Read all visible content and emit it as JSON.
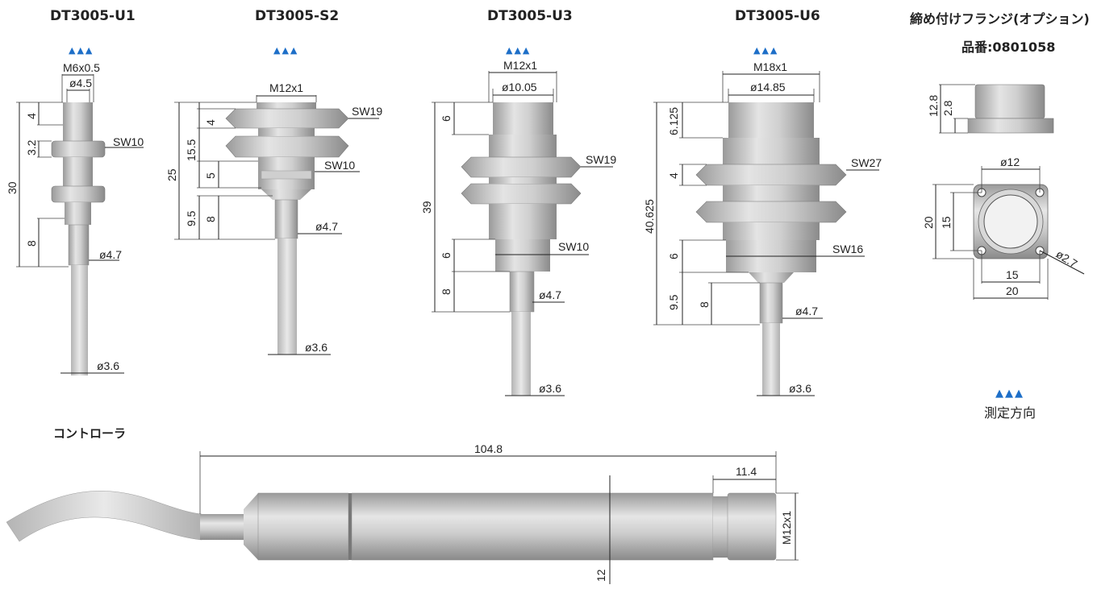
{
  "sensors": [
    {
      "model": "DT3005-U1",
      "thread": "M6x0.5",
      "inner_diameter": "ø4.5",
      "wrench": "SW10",
      "dim_top": "4",
      "dim_nut": "3.2",
      "dim_total": "30",
      "dim_bottom": "8",
      "shaft_diameter": "ø4.7",
      "cable_diameter": "ø3.6"
    },
    {
      "model": "DT3005-S2",
      "thread": "M12x1",
      "wrench_nut": "SW19",
      "wrench_body": "SW10",
      "dim_nut": "4",
      "dim_upper": "15.5",
      "dim_body": "5",
      "dim_total": "25",
      "dim_lower": "9.5",
      "dim_shaft": "8",
      "shaft_diameter": "ø4.7",
      "cable_diameter": "ø3.6"
    },
    {
      "model": "DT3005-U3",
      "thread": "M12x1",
      "inner_diameter": "ø10.05",
      "wrench_nut": "SW19",
      "wrench_body": "SW10",
      "dim_top": "6",
      "dim_total": "39",
      "dim_body": "6",
      "dim_bottom": "8",
      "shaft_diameter": "ø4.7",
      "cable_diameter": "ø3.6"
    },
    {
      "model": "DT3005-U6",
      "thread": "M18x1",
      "inner_diameter": "ø14.85",
      "wrench_nut": "SW27",
      "wrench_body": "SW16",
      "dim_top": "6.125",
      "dim_nut": "4",
      "dim_total": "40.625",
      "dim_body": "6",
      "dim_lower": "9.5",
      "dim_shaft": "8",
      "shaft_diameter": "ø4.7",
      "cable_diameter": "ø3.6"
    }
  ],
  "flange": {
    "title": "締め付けフランジ(オプション)",
    "part_number": "品番:0801058",
    "dim_height": "12.8",
    "dim_base": "2.8",
    "hole_center": "ø12",
    "dim_outer_v": "20",
    "dim_inner_v": "15",
    "hole": "ø2.7",
    "dim_inner_h": "15",
    "dim_outer_h": "20"
  },
  "legend": {
    "arrows": "▲▲▲",
    "label": "測定方向"
  },
  "controller": {
    "title": "コントローラ",
    "length": "104.8",
    "tip_length": "11.4",
    "thread": "M12x1",
    "diameter": "12"
  }
}
